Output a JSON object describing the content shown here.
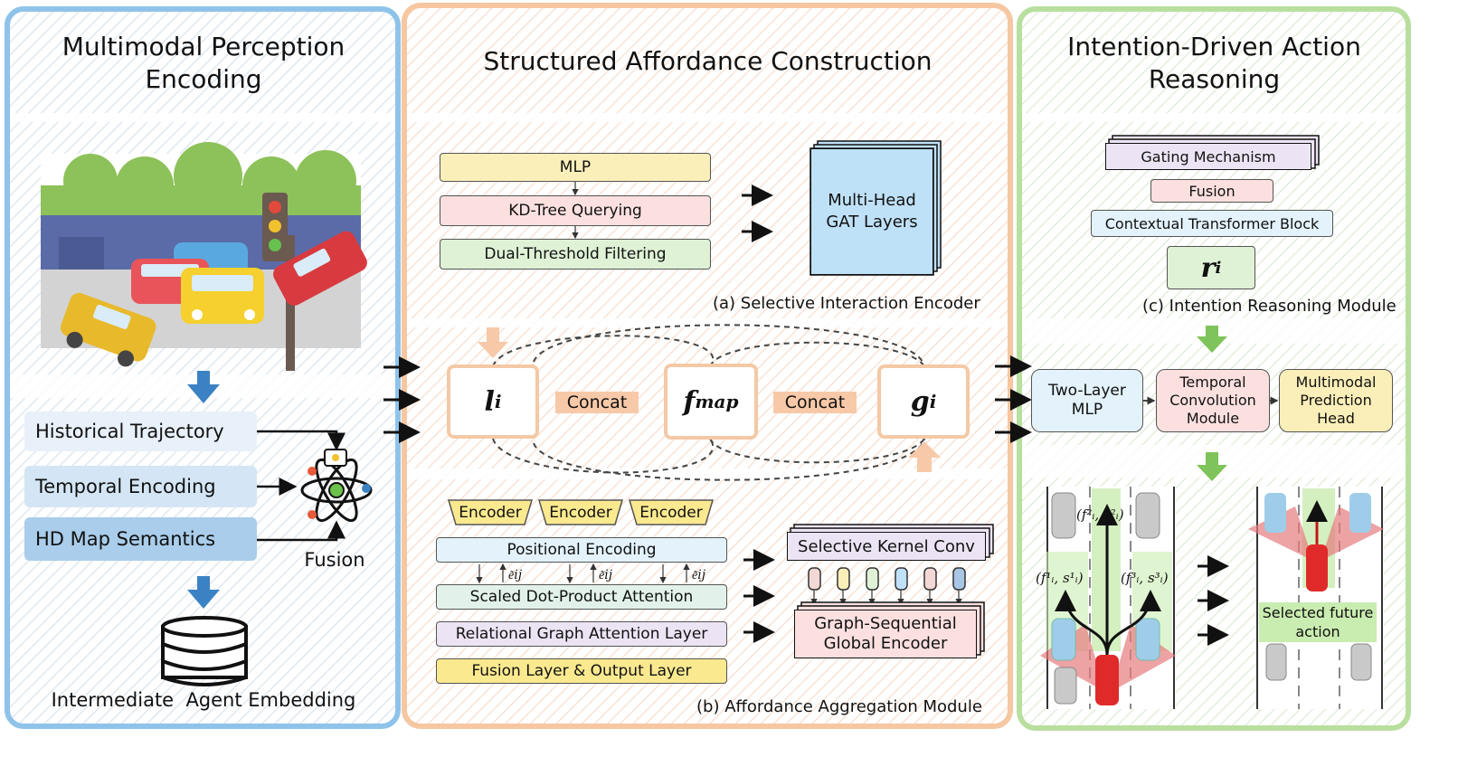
{
  "panels": {
    "left": {
      "title": "Multimodal Perception Encoding",
      "features": [
        "Historical Trajectory",
        "Temporal Encoding",
        "HD Map Semantics"
      ],
      "fusion_label": "Fusion",
      "embedding_label": "Intermediate  Agent Embedding"
    },
    "middle": {
      "title": "Structured Affordance Construction",
      "section_a": {
        "blocks": [
          "MLP",
          "KD-Tree Querying",
          "Dual-Threshold Filtering"
        ],
        "gat_label": "Multi-Head GAT Layers",
        "caption": "(a) Selective Interaction Encoder"
      },
      "central": {
        "concat_label": "Concat"
      },
      "section_b": {
        "encoders": [
          "Encoder",
          "Encoder",
          "Encoder"
        ],
        "positional": "Positional Encoding",
        "scaled": "Scaled Dot-Product Attention",
        "relational": "Relational Graph Attention Layer",
        "fusion_output": "Fusion Layer & Output Layer",
        "selective_kernel": "Selective Kernel Conv",
        "graph_seq": "Graph-Sequential Global Encoder",
        "caption": "(b) Affordance Aggregation Module"
      }
    },
    "right": {
      "title": "Intention-Driven Action Reasoning",
      "section_c": {
        "gating": "Gating Mechanism",
        "fusion": "Fusion",
        "contextual": "Contextual Transformer Block",
        "caption": "(c) Intention Reasoning Module"
      },
      "pipeline": [
        "Two-Layer MLP",
        "Temporal Convolution Module",
        "Multimodal Prediction Head"
      ],
      "selected_label": "Selected future action"
    }
  },
  "colors": {
    "blue_border": "#8fc3ea",
    "orange_border": "#f6c7a1",
    "green_border": "#b9df9f",
    "mlp": "#fbefb9",
    "kd": "#fbe0df",
    "dual": "#dff2d6",
    "gat": "#bfe1f8",
    "purple": "#ece4f4",
    "yellow": "#fbe98f"
  }
}
